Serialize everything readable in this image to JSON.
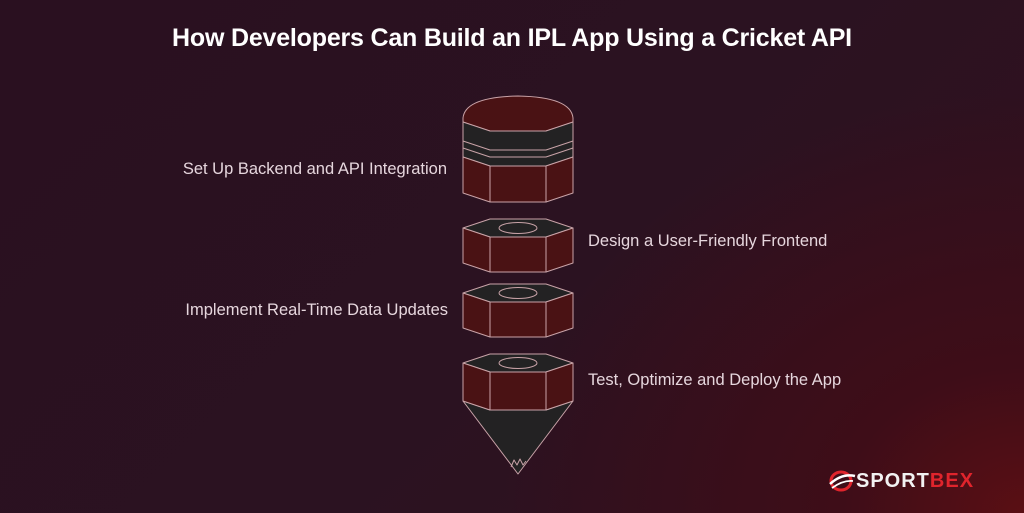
{
  "title": "How Developers Can Build an IPL App Using a Cricket API",
  "steps": [
    {
      "label": "Set Up Backend and API Integration",
      "side": "left"
    },
    {
      "label": "Design a User-Friendly Frontend",
      "side": "right"
    },
    {
      "label": "Implement Real-Time Data Updates",
      "side": "left"
    },
    {
      "label": "Test, Optimize and Deploy the App",
      "side": "right"
    }
  ],
  "brand": {
    "name_primary": "SPORT",
    "name_accent": "BEX",
    "icon": "globe-swoosh-icon"
  },
  "colors": {
    "background": "#2a1020",
    "face_red": "#4a1214",
    "face_dark": "#232223",
    "stroke": "#c9a3a8",
    "accent": "#e0242c",
    "text": "#e6d6dd",
    "title": "#ffffff"
  }
}
